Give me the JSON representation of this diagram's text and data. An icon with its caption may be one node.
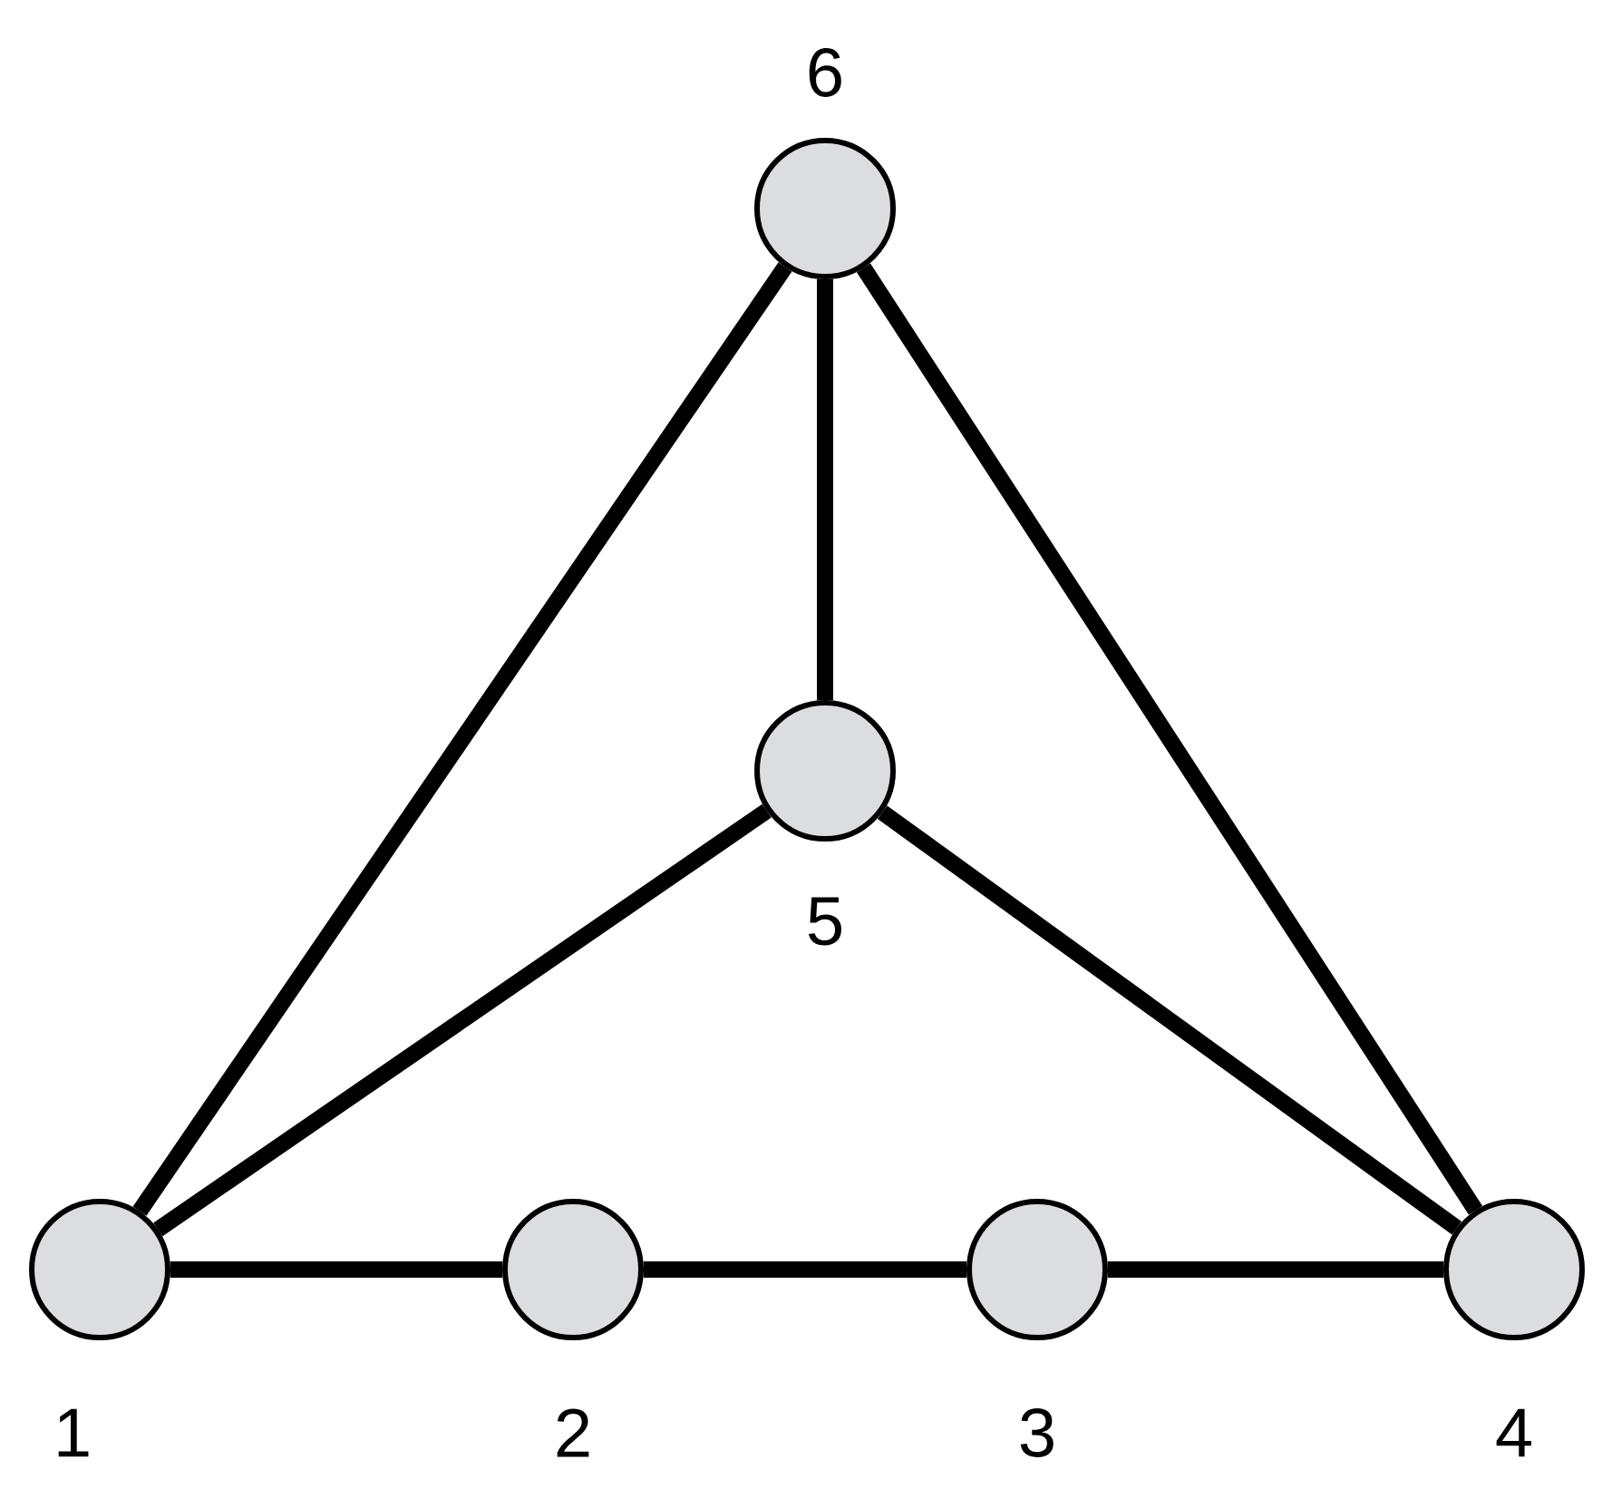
{
  "diagram": {
    "nodes": [
      {
        "text": [],
        "shape": "circle",
        "beside": [
          "1"
        ]
      },
      {
        "text": [],
        "shape": "circle",
        "beside": [
          "2"
        ]
      },
      {
        "text": [],
        "shape": "circle",
        "beside": [
          "3"
        ]
      },
      {
        "text": [],
        "shape": "circle",
        "beside": [
          "4"
        ]
      },
      {
        "text": [],
        "shape": "circle",
        "beside": [
          "5"
        ]
      },
      {
        "text": [],
        "shape": "circle",
        "beside": [
          "6"
        ]
      }
    ],
    "edges": [
      {
        "from": 0,
        "to": 1,
        "arrow": "none"
      },
      {
        "from": 1,
        "to": 2,
        "arrow": "none"
      },
      {
        "from": 2,
        "to": 3,
        "arrow": "none"
      },
      {
        "from": 0,
        "to": 4,
        "arrow": "none"
      },
      {
        "from": 4,
        "to": 3,
        "arrow": "none"
      },
      {
        "from": 0,
        "to": 5,
        "arrow": "none"
      },
      {
        "from": 5,
        "to": 3,
        "arrow": "none"
      },
      {
        "from": 5,
        "to": 4,
        "arrow": "none"
      }
    ]
  }
}
